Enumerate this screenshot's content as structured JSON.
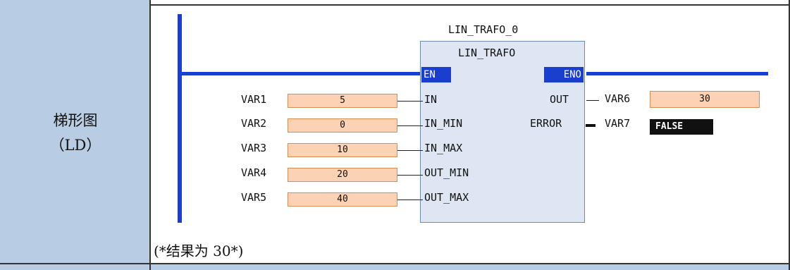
{
  "left_column": {
    "line1": "梯形图",
    "line2": "（LD）"
  },
  "diagram": {
    "instance_name": "LIN_TRAFO_0",
    "block_type": "LIN_TRAFO",
    "en_label": "EN",
    "eno_label": "ENO",
    "inputs": [
      {
        "variable": "VAR1",
        "value": "5",
        "pin": "IN"
      },
      {
        "variable": "VAR2",
        "value": "0",
        "pin": "IN_MIN"
      },
      {
        "variable": "VAR3",
        "value": "10",
        "pin": "IN_MAX"
      },
      {
        "variable": "VAR4",
        "value": "20",
        "pin": "OUT_MIN"
      },
      {
        "variable": "VAR5",
        "value": "40",
        "pin": "OUT_MAX"
      }
    ],
    "outputs": [
      {
        "pin": "OUT",
        "variable": "VAR6",
        "value": "30"
      },
      {
        "pin": "ERROR",
        "variable": "VAR7",
        "value": "FALSE"
      }
    ],
    "colors": {
      "rail": "#1a3fcf",
      "block_fill": "#dde6f2",
      "value_fill": "#fbd3b4",
      "left_column": "#b8cce4"
    }
  },
  "comment": "(*结果为 30*)"
}
